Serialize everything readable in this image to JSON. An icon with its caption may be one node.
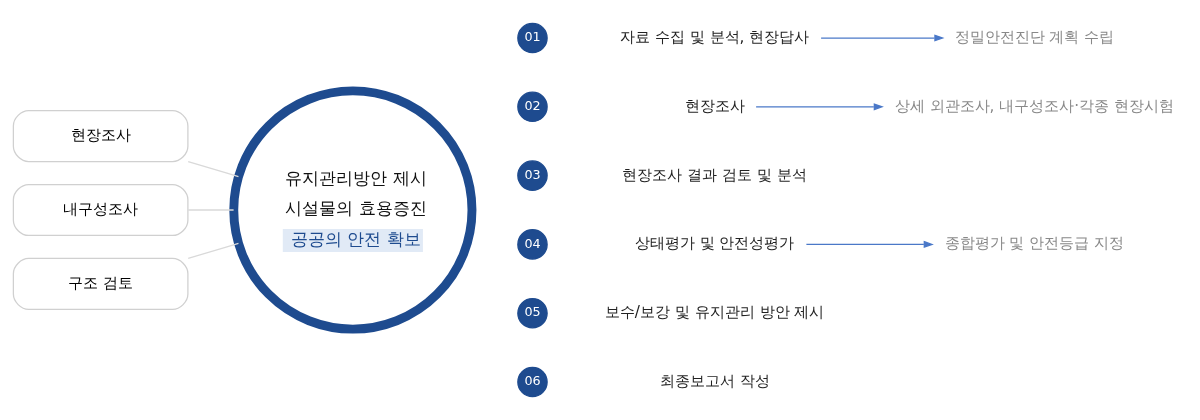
{
  "diagram": {
    "nodes": [
      {
        "text": [
          "현장조사"
        ]
      },
      {
        "text": [
          "내구성조사"
        ]
      },
      {
        "text": [
          "구조 검토"
        ]
      },
      {
        "text": [
          "유지관리방안 제시",
          "시설물의 효용증진",
          "공공의 안전 확보"
        ]
      },
      {
        "text": [
          "01"
        ]
      },
      {
        "text": [
          "자료 수집 및 분석, 현장답사"
        ]
      },
      {
        "text": [
          "정밀안전진단 계획 수립"
        ]
      },
      {
        "text": [
          "02"
        ]
      },
      {
        "text": [
          "현장조사"
        ]
      },
      {
        "text": [
          "상세 외관조사, 내구성조사·각종 현장시험"
        ]
      },
      {
        "text": [
          "03"
        ]
      },
      {
        "text": [
          "현장조사 결과 검토 및 분석"
        ]
      },
      {
        "text": [
          "04"
        ]
      },
      {
        "text": [
          "상태평가 및 안전성평가"
        ]
      },
      {
        "text": [
          "종합평가 및 안전등급 지정"
        ]
      },
      {
        "text": [
          "05"
        ]
      },
      {
        "text": [
          "보수/보강 및 유지관리 방안 제시"
        ]
      },
      {
        "text": [
          "06"
        ]
      },
      {
        "text": [
          "최종보고서 작성"
        ]
      }
    ],
    "edges": [
      {
        "from": 0,
        "to": 3,
        "arrow": "none",
        "color": "#d9d9d9"
      },
      {
        "from": 1,
        "to": 3,
        "arrow": "none",
        "color": "#d9d9d9"
      },
      {
        "from": 2,
        "to": 3,
        "arrow": "none",
        "color": "#d9d9d9"
      },
      {
        "from": 5,
        "to": 6,
        "arrow": "to",
        "color": "#4a78c8"
      },
      {
        "from": 8,
        "to": 9,
        "arrow": "to",
        "color": "#4a78c8"
      },
      {
        "from": 13,
        "to": 14,
        "arrow": "to",
        "color": "#4a78c8"
      }
    ]
  }
}
